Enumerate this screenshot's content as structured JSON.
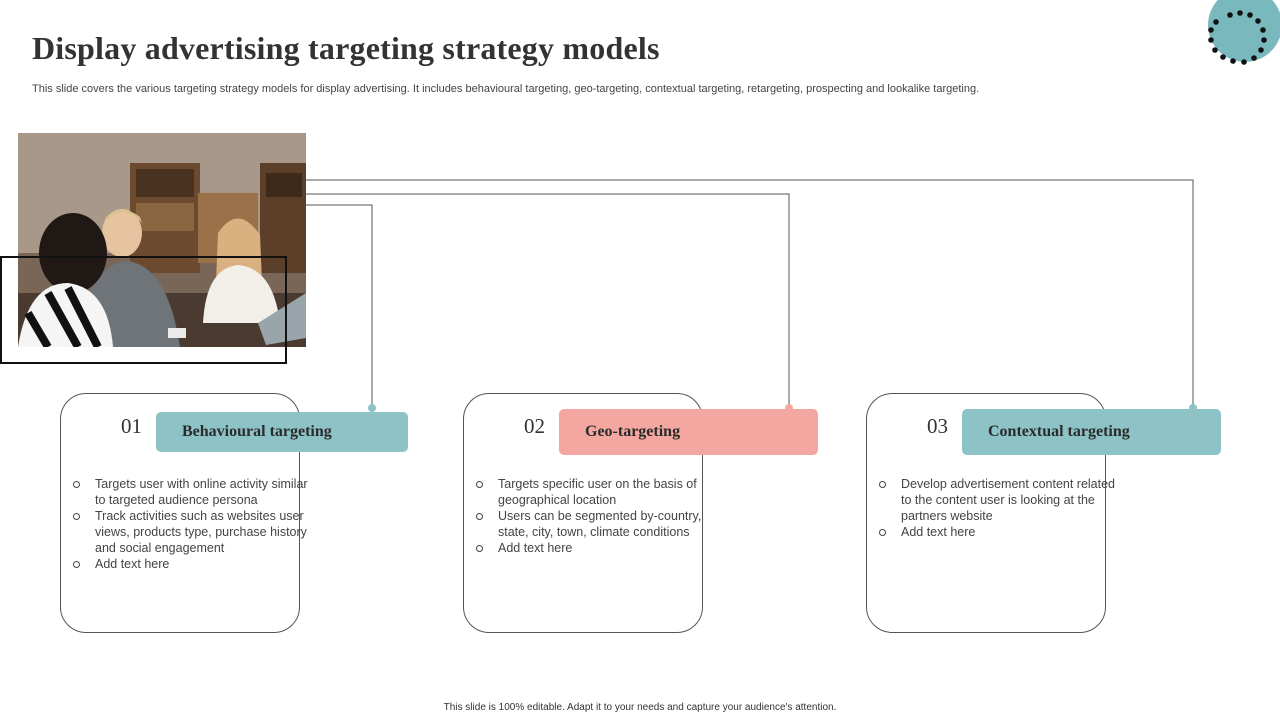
{
  "title": "Display advertising targeting strategy models",
  "subtitle": "This slide covers the various targeting strategy models for display advertising. It includes behavioural targeting, geo-targeting, contextual targeting, retargeting, prospecting and lookalike targeting.",
  "footer": "This slide is 100% editable. Adapt it to your needs and capture your audience's attention.",
  "colors": {
    "teal": "#8dc3c6",
    "salmon": "#f4a7a1",
    "deco_teal": "#79b8bd",
    "line": "#555555"
  },
  "models": [
    {
      "number": "01",
      "label": "Behavioural targeting",
      "color": "#8dc3c6",
      "points": [
        "Targets user with online activity similar to targeted audience persona",
        "Track activities such as websites user views, products type, purchase history and social engagement",
        "Add text here"
      ]
    },
    {
      "number": "02",
      "label": "Geo-targeting",
      "color": "#f4a7a1",
      "points": [
        "Targets specific user on the basis of geographical location",
        "Users can be segmented by-country, state, city, town, climate conditions",
        "Add text here"
      ]
    },
    {
      "number": "03",
      "label": "Contextual targeting",
      "color": "#8dc3c6",
      "points": [
        "Develop advertisement content related to the content user is looking at the partners website",
        "Add text here"
      ]
    }
  ]
}
